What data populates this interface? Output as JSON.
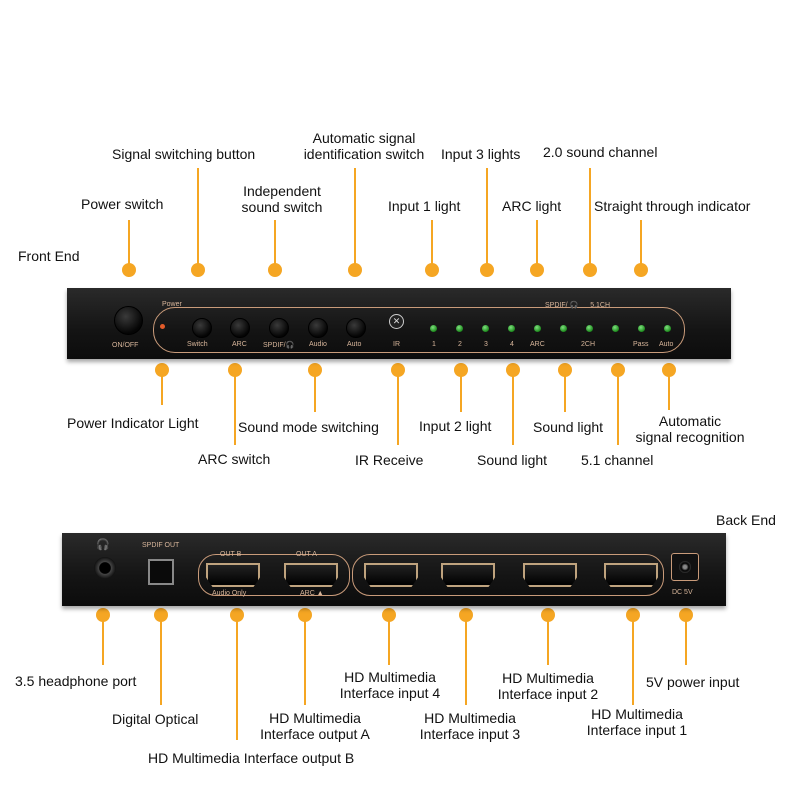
{
  "sections": {
    "front": "Front End",
    "back": "Back End"
  },
  "front_top_labels": {
    "signal_switching_button": "Signal switching button",
    "automatic_signal_id_1": "Automatic signal",
    "automatic_signal_id_2": "identification switch",
    "input3_lights": "Input 3 lights",
    "sound_channel_20": "2.0 sound channel",
    "power_switch": "Power switch",
    "independent_sound_1": "Independent",
    "independent_sound_2": "sound switch",
    "input1_light": "Input 1 light",
    "arc_light": "ARC light",
    "straight_through": "Straight through indicator"
  },
  "front_bottom_labels": {
    "power_indicator": "Power Indicator Light",
    "sound_mode": "Sound mode switching",
    "input2_light": "Input 2 light",
    "sound_light_a": "Sound light",
    "auto_recognition_1": "Automatic",
    "auto_recognition_2": "signal recognition",
    "arc_switch": "ARC switch",
    "ir_receive": "IR Receive",
    "sound_light_b": "Sound light",
    "channel_51": "5.1 channel"
  },
  "front_device_text": {
    "power": "Power",
    "on_off": "ON/OFF",
    "switch": "Switch",
    "arc": "ARC",
    "spdif": "SPDIF/",
    "audio": "Audio",
    "auto": "Auto",
    "ir": "IR",
    "n1": "1",
    "n2": "2",
    "n3": "3",
    "n4": "4",
    "arc2": "ARC",
    "ch2": "2CH",
    "pass": "Pass",
    "auto2": "Auto",
    "spdif_top": "SPDIF/",
    "ch51": "5.1CH"
  },
  "back_device_text": {
    "spdif_out": "SPDIF OUT",
    "out_b": "OUT B",
    "out_a": "OUT A",
    "audio_only": "Audio Only",
    "arc": "ARC",
    "dc5v": "DC 5V"
  },
  "back_labels": {
    "headphone": "3.5 headphone port",
    "digital_optical": "Digital Optical",
    "hdmi_out_a_1": "HD Multimedia",
    "hdmi_out_a_2": "Interface output A",
    "hdmi_out_b": "HD Multimedia Interface output B",
    "hdmi_in4_1": "HD Multimedia",
    "hdmi_in4_2": "Interface input 4",
    "hdmi_in3_1": "HD Multimedia",
    "hdmi_in3_2": "Interface input 3",
    "hdmi_in2_1": "HD Multimedia",
    "hdmi_in2_2": "Interface input 2",
    "hdmi_in1_1": "HD Multimedia",
    "hdmi_in1_2": "Interface input 1",
    "power_input": "5V power input"
  },
  "colors": {
    "callout": "#f5a623",
    "accent": "#c99b7a",
    "led": "#2fae2f"
  }
}
